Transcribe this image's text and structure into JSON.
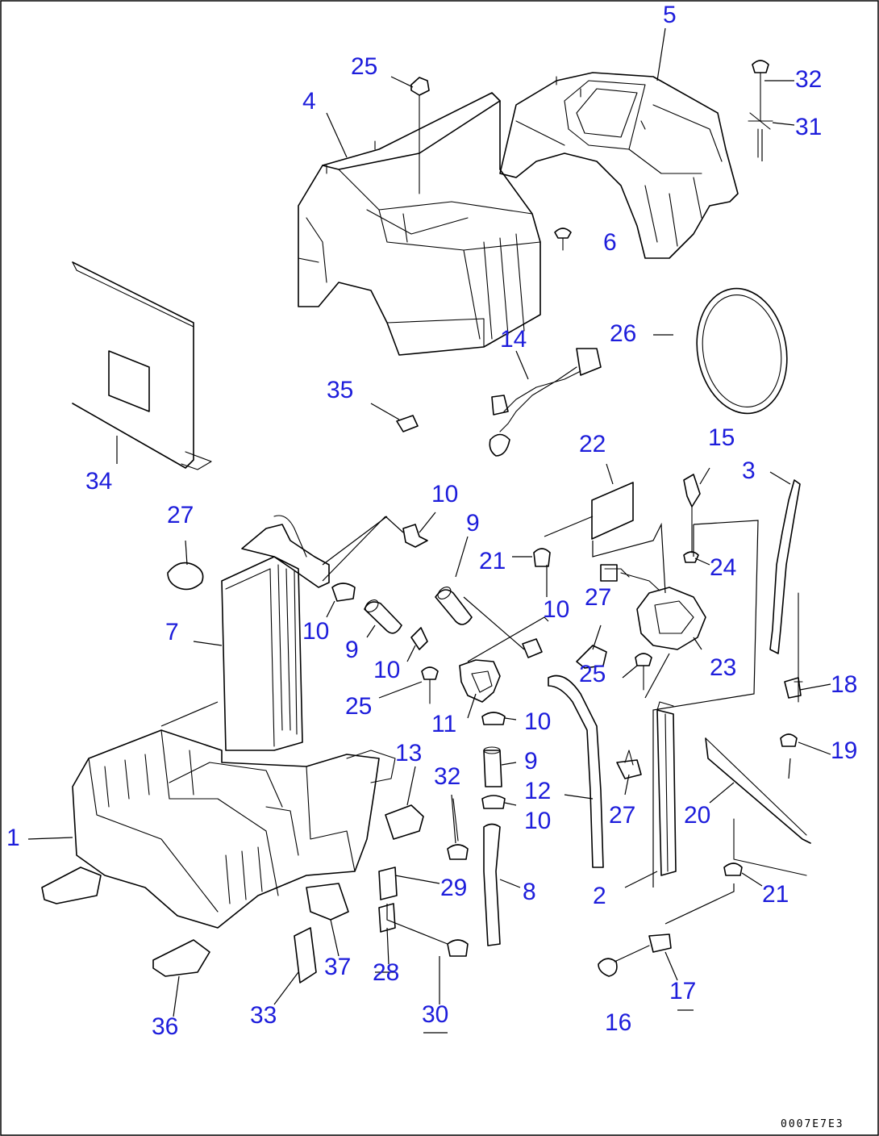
{
  "diagram": {
    "callout_color": "#1d1ddb",
    "line_color": "#000000",
    "drawing_code": "0007E7E3",
    "callouts": {
      "c1": "1",
      "c2": "2",
      "c3": "3",
      "c4": "4",
      "c5": "5",
      "c6": "6",
      "c7": "7",
      "c8": "8",
      "c9a": "9",
      "c9b": "9",
      "c9c": "9",
      "c10a": "10",
      "c10b": "10",
      "c10c": "10",
      "c10d": "10",
      "c10e": "10",
      "c10f": "10",
      "c11": "11",
      "c12": "12",
      "c13": "13",
      "c14": "14",
      "c15": "15",
      "c16": "16",
      "c17": "17",
      "c18": "18",
      "c19": "19",
      "c20": "20",
      "c21a": "21",
      "c21b": "21",
      "c22": "22",
      "c23": "23",
      "c24": "24",
      "c25a": "25",
      "c25b": "25",
      "c25c": "25",
      "c26": "26",
      "c27a": "27",
      "c27b": "27",
      "c27c": "27",
      "c28": "28",
      "c29": "29",
      "c30": "30",
      "c31": "31",
      "c32a": "32",
      "c32b": "32",
      "c33": "33",
      "c34": "34",
      "c35": "35",
      "c36": "36",
      "c37": "37"
    }
  }
}
